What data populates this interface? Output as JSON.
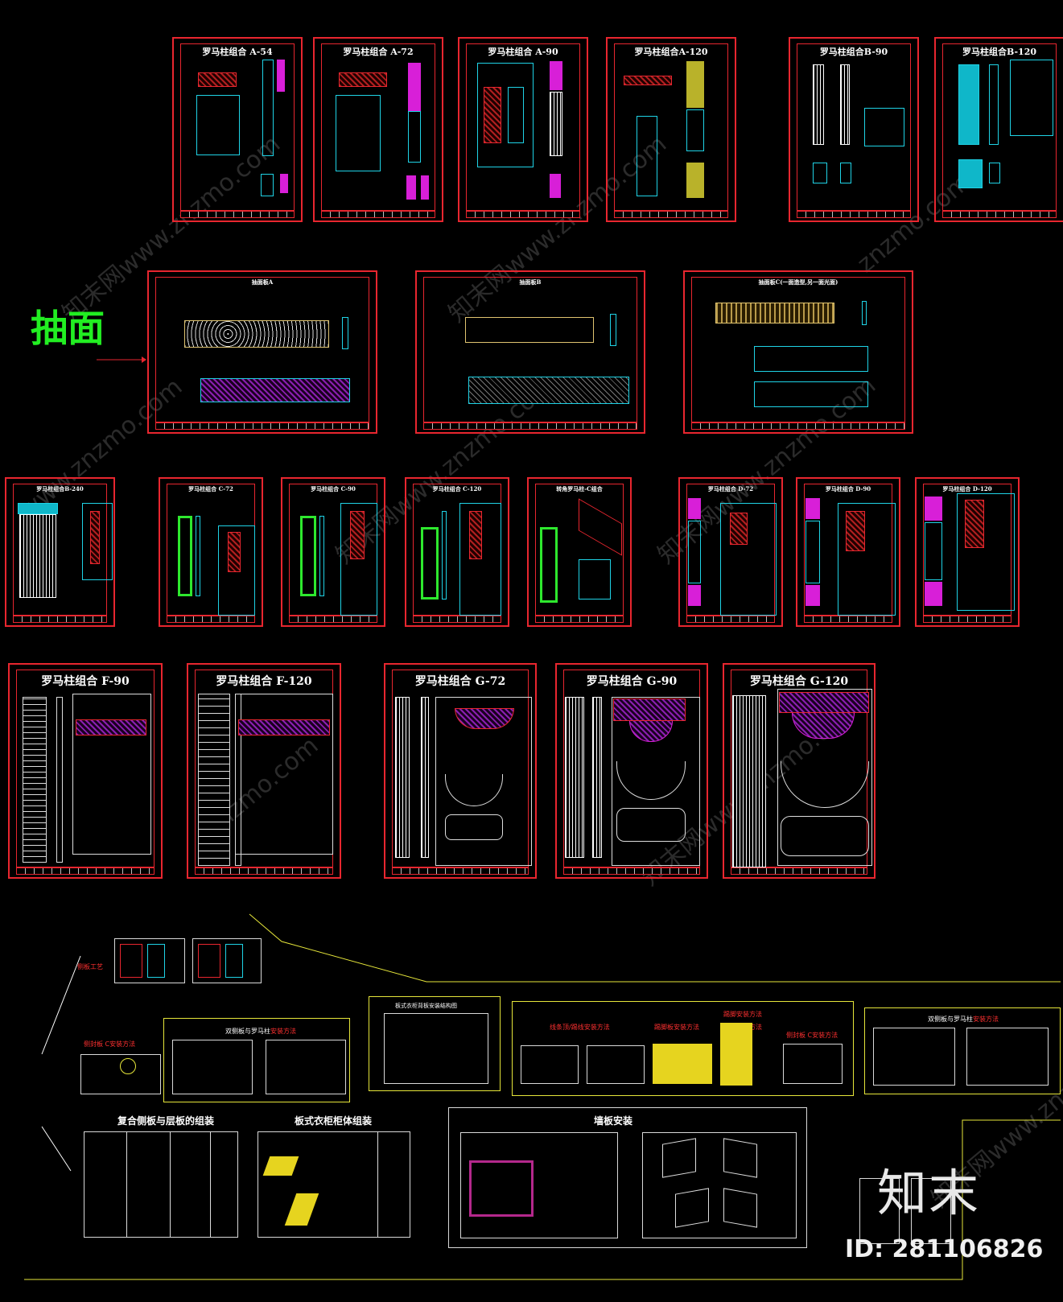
{
  "watermarks": [
    "知末网www.znzmo.com",
    "知末网www.znzmo.com",
    "znzmo.com",
    "www.znzmo.com",
    "知末网www.znzmo.com",
    "知末网www.znzmo.com",
    "znzmo.com",
    "知末网www.znzmo.com",
    "知末网www.znzmo.com"
  ],
  "section_label": "抽面",
  "row1": [
    "罗马柱组合 A-54",
    "罗马柱组合 A-72",
    "罗马柱组合 A-90",
    "罗马柱组合A-120",
    "罗马柱组合B-90",
    "罗马柱组合B-120"
  ],
  "row2": [
    "抽面板A",
    "抽面板B",
    "抽面板C(一面造型,另一面光面)"
  ],
  "row3": [
    "罗马柱组合B-240",
    "罗马柱组合 C-72",
    "罗马柱组合 C-90",
    "罗马柱组合 C-120",
    "转角罗马柱-C组合",
    "罗马柱组合 D-72",
    "罗马柱组合 D-90",
    "罗马柱组合 D-120"
  ],
  "row4": [
    "罗马柱组合 F-90",
    "罗马柱组合 F-120",
    "罗马柱组合 G-72",
    "罗马柱组合 G-90",
    "罗马柱组合 G-120"
  ],
  "bottom": {
    "left_red_label": "侧板工艺",
    "side_red_label": "侧封板 C安装方法",
    "box1_title": "双侧板与罗马柱",
    "box1_title_red": "安装方法",
    "box2_title": "板式衣柜背板安装结构图",
    "box3_labels": [
      "线条顶/踢线安装方法",
      "踢脚板安装方法",
      "踢脚安装方法",
      "侧封板 C安装方法"
    ],
    "box3_top": "踢脚安装方法",
    "box4_title": "双侧板与罗马柱",
    "box4_title_red": "安装方法",
    "assembly1": "复合侧板与层板的组装",
    "assembly2": "板式衣柜柜体组装",
    "assembly3": "墙板安装"
  },
  "logo": "知末",
  "id_label": "ID: 281106826"
}
